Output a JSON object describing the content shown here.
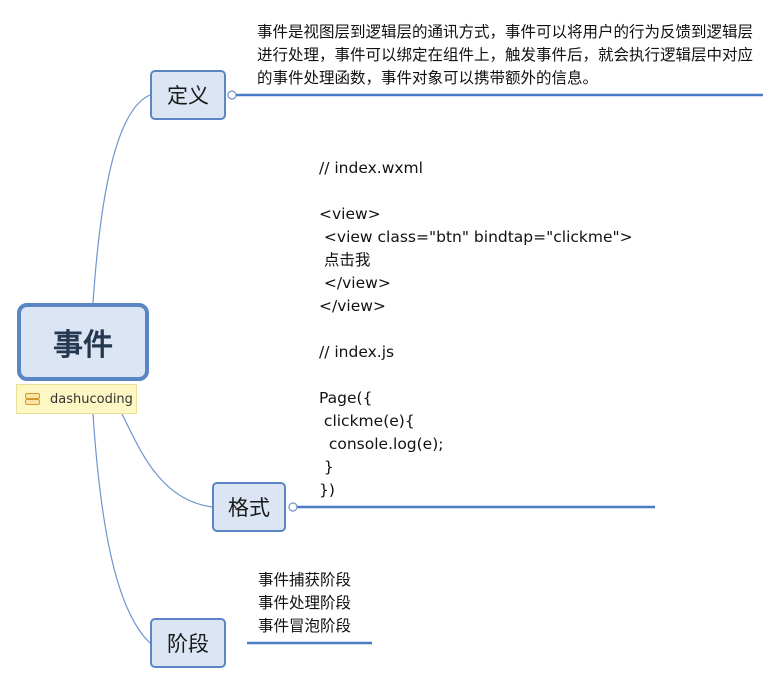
{
  "central": {
    "label": "事件",
    "tag": "dashucoding"
  },
  "branches": {
    "definition": {
      "label": "定义",
      "text": "事件是视图层到逻辑层的通讯方式，事件可以将用户的行为反馈到逻辑层进行处理，事件可以绑定在组件上，触发事件后，就会执行逻辑层中对应的事件处理函数，事件对象可以携带额外的信息。"
    },
    "format": {
      "label": "格式",
      "code_lines": [
        "// index.wxml",
        "",
        "<view>",
        " <view class=\"btn\" bindtap=\"clickme\">",
        " 点击我",
        " </view>",
        "</view>",
        "",
        "// index.js",
        "",
        "Page({",
        " clickme(e){",
        "  console.log(e);",
        " }",
        "})"
      ]
    },
    "phases": {
      "label": "阶段",
      "items": [
        "事件捕获阶段",
        "事件处理阶段",
        "事件冒泡阶段"
      ]
    }
  },
  "colors": {
    "node_fill": "#dbe5f3",
    "node_border": "#5a86c6",
    "line": "#5a86c6",
    "tag_fill": "#fdf7c4"
  }
}
